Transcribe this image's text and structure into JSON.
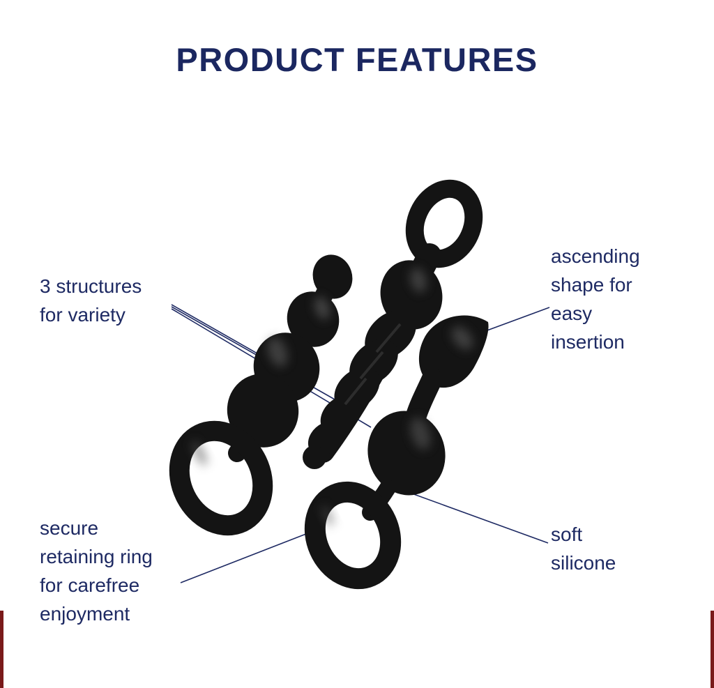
{
  "page": {
    "title": "PRODUCT FEATURES",
    "background_color": "#ffffff",
    "text_color": "#1e2a63",
    "title_color": "#1b2760",
    "product_color": "#141414",
    "edge_strip_color": "#7a1a1a"
  },
  "callouts": {
    "structures": {
      "text": "3 structures\nfor variety"
    },
    "ascending": {
      "text": "ascending\nshape for\neasy\ninsertion"
    },
    "retaining_ring": {
      "text": "secure\nretaining ring\nfor carefree\nenjoyment"
    },
    "silicone": {
      "text": "soft\nsilicone"
    }
  },
  "illustration": {
    "products": [
      {
        "name": "beaded-plug"
      },
      {
        "name": "twisted-plug"
      },
      {
        "name": "bulb-plug"
      }
    ]
  }
}
